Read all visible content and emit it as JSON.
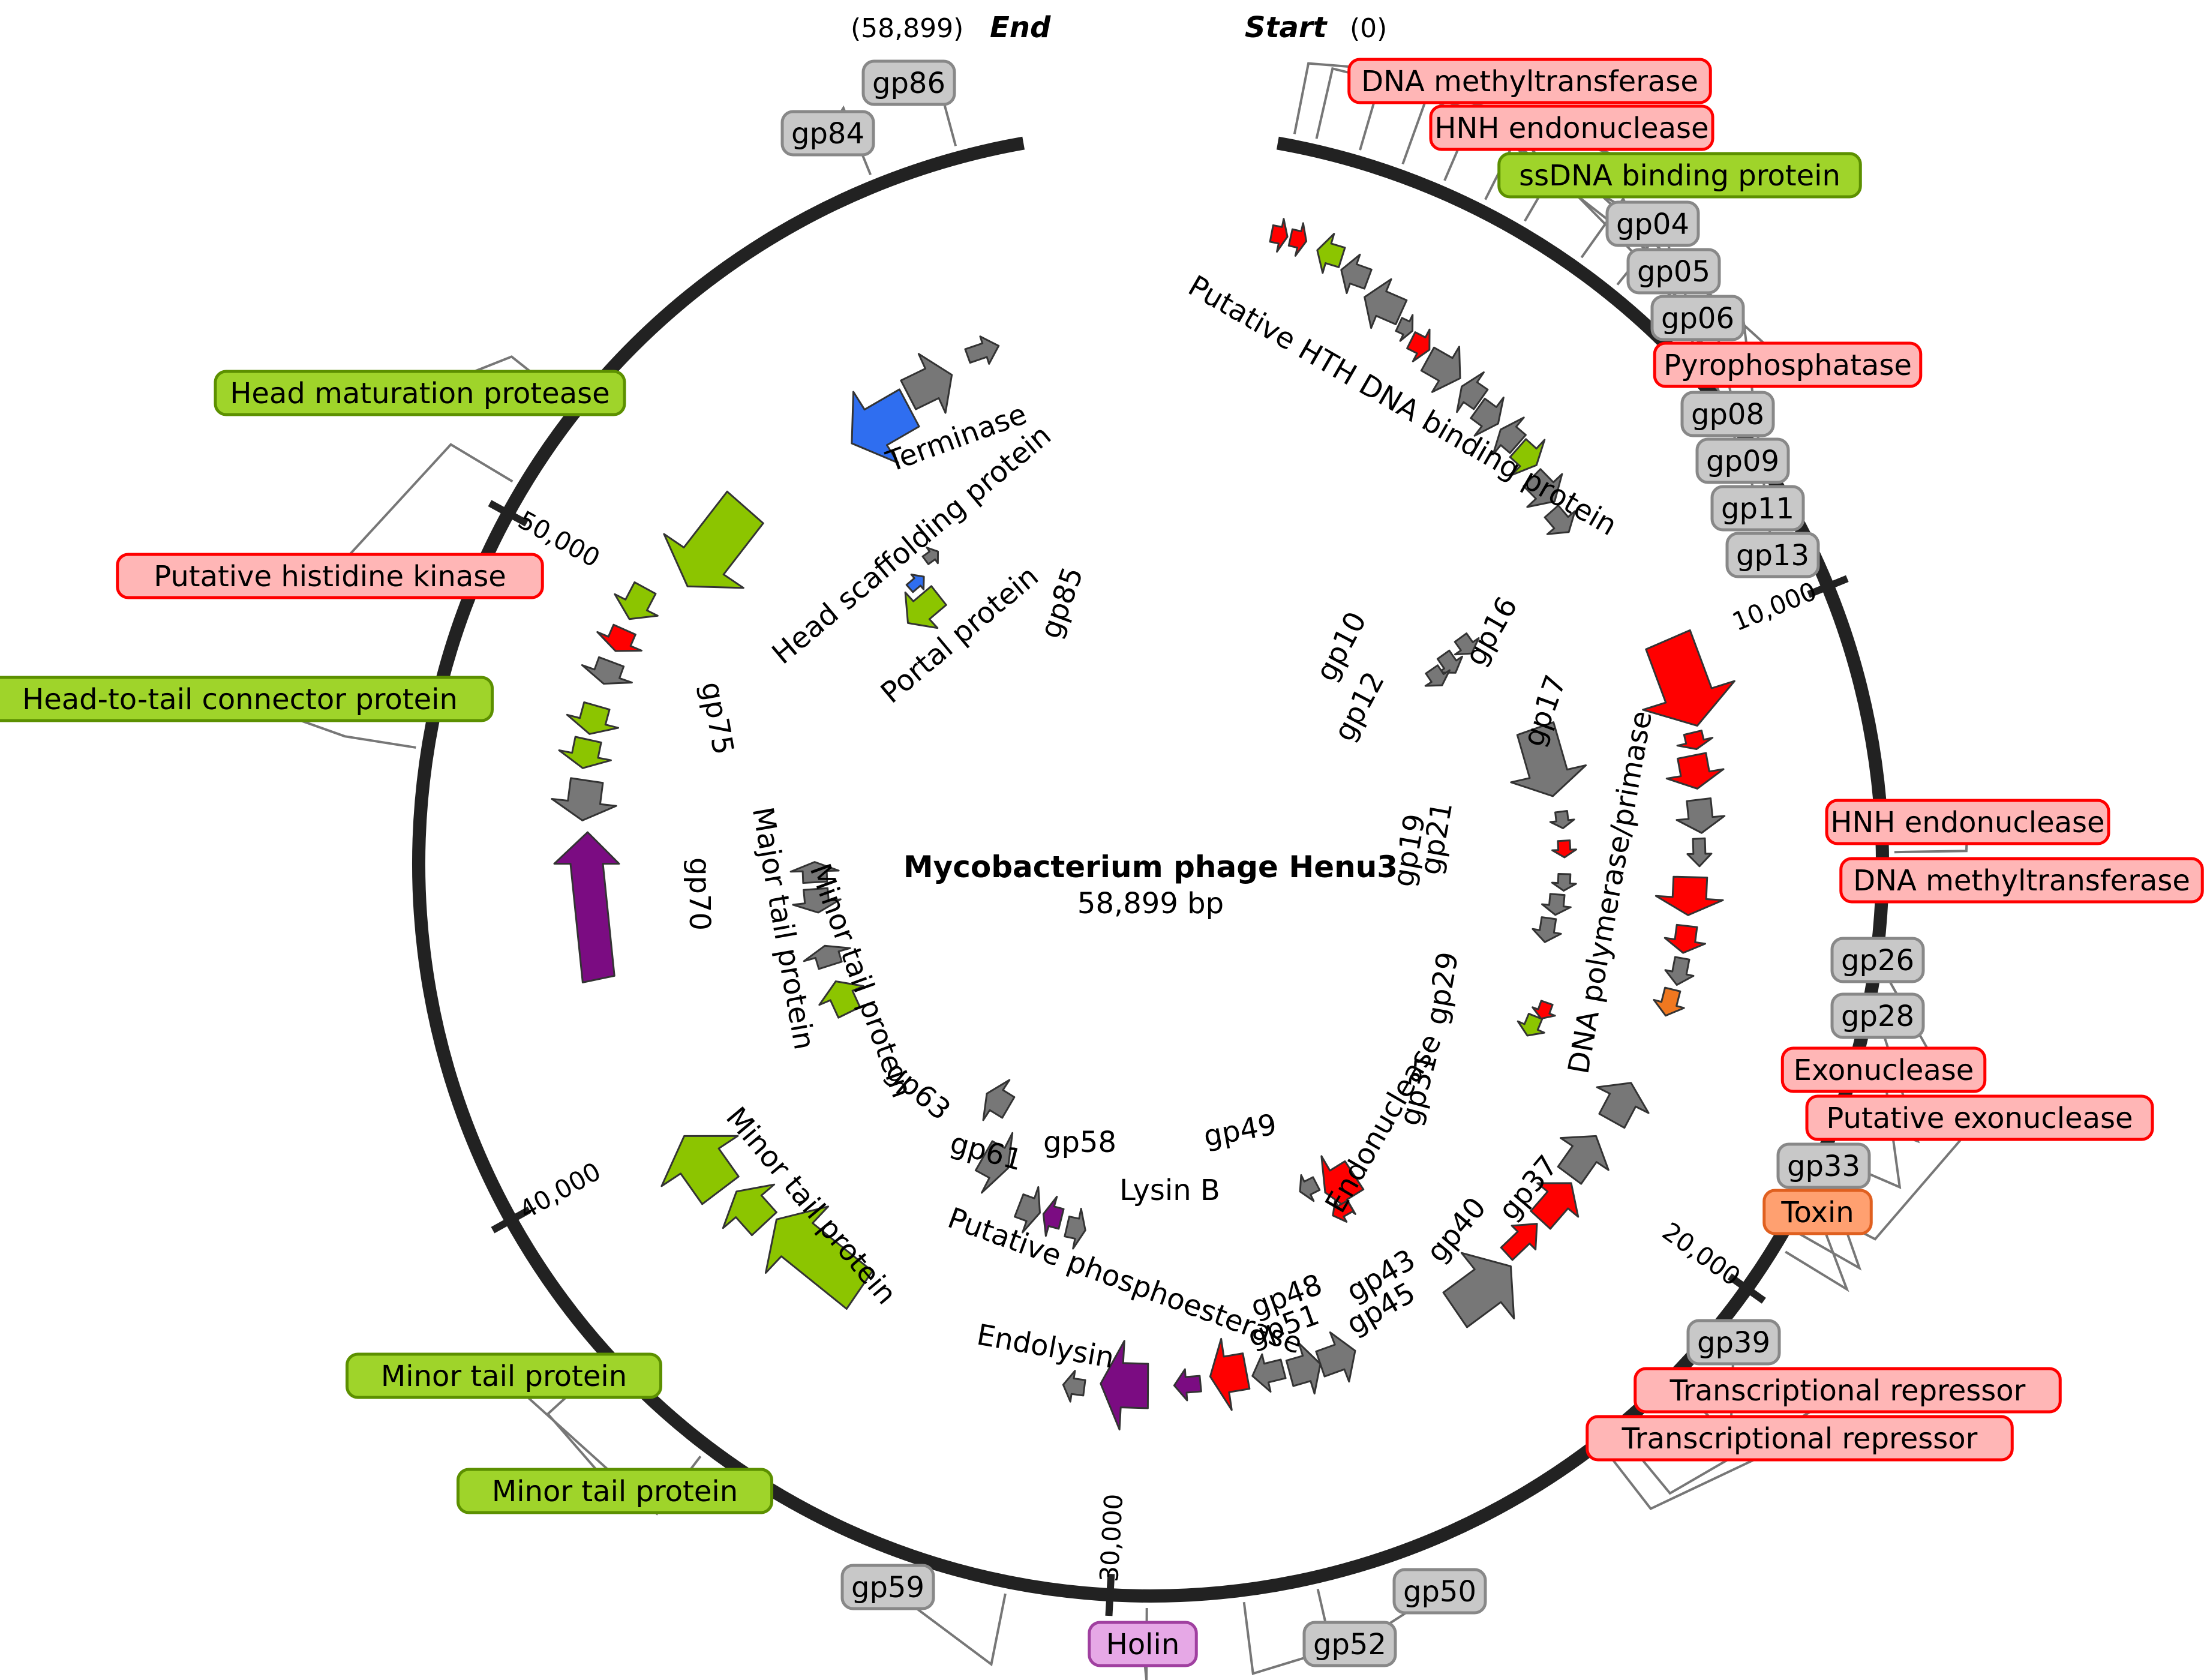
{
  "title": "Mycobacterium phage Henu3",
  "subtitle": "58,899 bp",
  "genome_length": 58899,
  "start_label": "Start",
  "start_pos": "(0)",
  "end_label": "End",
  "end_pos": "(58,899)",
  "colors": {
    "red": "#ff0000",
    "green": "#8cc500",
    "gray": "#777777",
    "purple": "#7b0c82",
    "blue": "#2f6ef0",
    "orange": "#f07820",
    "red_box": "#ffb6b6",
    "red_border": "#ff0000",
    "green_box": "#9fd42a",
    "green_border": "#5c9000",
    "gray_box": "#c8c8c8",
    "gray_border": "#888888",
    "purple_box": "#e6a8e6",
    "purple_border": "#a040a0",
    "orange_box": "#ffa070",
    "orange_border": "#e06020"
  },
  "ticks": [
    {
      "pos": 10000,
      "label": "10,000"
    },
    {
      "pos": 20000,
      "label": "20,000"
    },
    {
      "pos": 30000,
      "label": "30,000"
    },
    {
      "pos": 40000,
      "label": "40,000"
    },
    {
      "pos": 50000,
      "label": "50,000"
    }
  ],
  "callouts": [
    {
      "text": "DNA methyltransferase",
      "cls": "red",
      "pos": 200
    },
    {
      "text": "HNH endonuclease",
      "cls": "red",
      "pos": 500
    },
    {
      "text": "ssDNA binding protein",
      "cls": "green",
      "pos": 1100
    },
    {
      "text": "gp04",
      "cls": "gray",
      "pos": 1700
    },
    {
      "text": "gp05",
      "cls": "gray",
      "pos": 2300
    },
    {
      "text": "gp06",
      "cls": "gray",
      "pos": 2900
    },
    {
      "text": "Pyrophosphatase",
      "cls": "red",
      "pos": 3500
    },
    {
      "text": "gp08",
      "cls": "gray",
      "pos": 4400
    },
    {
      "text": "gp09",
      "cls": "gray",
      "pos": 5000
    },
    {
      "text": "gp11",
      "cls": "gray",
      "pos": 5600
    },
    {
      "text": "gp13",
      "cls": "gray",
      "pos": 6300
    },
    {
      "text": "HNH endonuclease",
      "cls": "red",
      "pos": 13700
    },
    {
      "text": "DNA methyltransferase",
      "cls": "red",
      "pos": 14200
    },
    {
      "text": "gp26",
      "cls": "gray",
      "pos": 16400
    },
    {
      "text": "gp28",
      "cls": "gray",
      "pos": 17300
    },
    {
      "text": "Exonuclease",
      "cls": "red",
      "pos": 17900
    },
    {
      "text": "Putative exonuclease",
      "cls": "red",
      "pos": 18600
    },
    {
      "text": "gp33",
      "cls": "gray",
      "pos": 19000
    },
    {
      "text": "Toxin",
      "cls": "orange",
      "pos": 19300
    },
    {
      "text": "gp39",
      "cls": "gray",
      "pos": 21600
    },
    {
      "text": "Transcriptional repressor",
      "cls": "red",
      "pos": 22600
    },
    {
      "text": "Transcriptional repressor",
      "cls": "red",
      "pos": 22900
    },
    {
      "text": "gp50",
      "cls": "gray",
      "pos": 27200
    },
    {
      "text": "gp52",
      "cls": "gray",
      "pos": 28200
    },
    {
      "text": "Holin",
      "cls": "purple",
      "pos": 29500
    },
    {
      "text": "gp59",
      "cls": "gray",
      "pos": 31400
    },
    {
      "text": "Minor tail protein",
      "cls": "green",
      "pos": 35900
    },
    {
      "text": "Minor tail protein",
      "cls": "green",
      "pos": 37700
    },
    {
      "text": "Head-to-tail connector protein",
      "cls": "green",
      "pos": 46600
    },
    {
      "text": "Putative histidine kinase",
      "cls": "red",
      "pos": 50400
    },
    {
      "text": "Head maturation protease",
      "cls": "green",
      "pos": 51700
    },
    {
      "text": "gp84",
      "cls": "gray",
      "pos": 56800
    },
    {
      "text": "gp86",
      "cls": "gray",
      "pos": 58000
    }
  ],
  "inner_labels": [
    {
      "text": "Putative HTH DNA binding protein",
      "pos": 4500
    },
    {
      "text": "gp10",
      "pos": 6500
    },
    {
      "text": "gp12",
      "pos": 7300
    },
    {
      "text": "gp16",
      "pos": 8300
    },
    {
      "text": "gp17",
      "pos": 11000
    },
    {
      "text": "DNA polymerase/primase",
      "pos": 15000
    },
    {
      "text": "gp19",
      "pos": 12400
    },
    {
      "text": "gp21",
      "pos": 13200
    },
    {
      "text": "gp29",
      "pos": 16500
    },
    {
      "text": "gp31",
      "pos": 17800
    },
    {
      "text": "Endonuclease",
      "pos": 20300
    },
    {
      "text": "gp37",
      "pos": 21700
    },
    {
      "text": "gp40",
      "pos": 22800
    },
    {
      "text": "gp43",
      "pos": 24200
    },
    {
      "text": "gp45",
      "pos": 24700
    },
    {
      "text": "gp48",
      "pos": 26800
    },
    {
      "text": "gp51",
      "pos": 27400
    },
    {
      "text": "gp49",
      "pos": 26300
    },
    {
      "text": "Lysin B",
      "pos": 28300
    },
    {
      "text": "gp58",
      "pos": 30100
    },
    {
      "text": "Endolysin",
      "pos": 30700
    },
    {
      "text": "Putative phosphoesterase",
      "pos": 32200
    },
    {
      "text": "gp61",
      "pos": 32400
    },
    {
      "text": "gp63",
      "pos": 34800
    },
    {
      "text": "Minor tail protein",
      "pos": 37800
    },
    {
      "text": "Minor tail protein",
      "pos": 42300
    },
    {
      "text": "Major tail protein",
      "pos": 44900
    },
    {
      "text": "gp70",
      "pos": 47200
    },
    {
      "text": "gp75",
      "pos": 48200
    },
    {
      "text": "Head scaffolding protein",
      "pos": 52500
    },
    {
      "text": "Portal protein",
      "pos": 54500
    },
    {
      "text": "gp85",
      "pos": 56700
    },
    {
      "text": "Terminase",
      "pos": 56700
    }
  ],
  "endolysin_label": "Endolysin"
}
